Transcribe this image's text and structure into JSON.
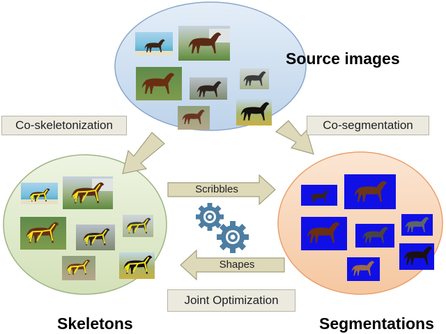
{
  "labels": {
    "source": "Source images",
    "skeletons": "Skeletons",
    "segmentations": "Segmentations"
  },
  "boxes": {
    "coskel": "Co-skeletonization",
    "coseg": "Co-segmentation",
    "joint": "Joint Optimization"
  },
  "arrows": {
    "scribbles": "Scribbles",
    "shapes": "Shapes"
  },
  "colors": {
    "source_fill": "#d6e4f2",
    "source_stroke": "#8aa6c8",
    "skeleton_fill": "#e5eed3",
    "skeleton_stroke": "#9db483",
    "segment_fill": "#f9dcc3",
    "segment_stroke": "#eaa06c",
    "arrow_fill": "#ddd9b9",
    "arrow_stroke": "#a39f7d",
    "skeleton_line": "#f3e21a",
    "seg_background": "#1010e6",
    "gear": "#4d7ea2"
  },
  "icons": {
    "gears": "gears-icon"
  }
}
